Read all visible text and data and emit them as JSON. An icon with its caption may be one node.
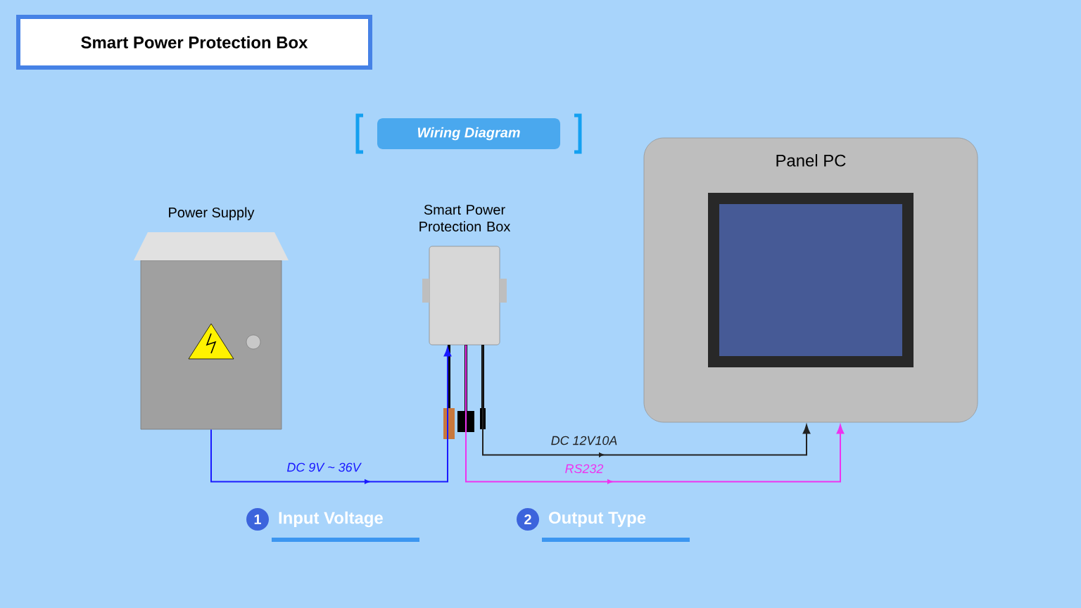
{
  "diagram": {
    "title": "Smart Power Protection Box",
    "nodes": [
      {
        "text": [
          "Power Supply"
        ]
      },
      {
        "text": [
          "Smart Power Protection Box"
        ]
      },
      {
        "text": [
          "Panel PC"
        ]
      }
    ],
    "edges": [
      {
        "from": 0,
        "to": 1,
        "arrow": "to",
        "label": "DC 9V ~ 36V",
        "color": "#1a1aff"
      },
      {
        "from": 1,
        "to": 2,
        "arrow": "to",
        "label": "DC 12V10A",
        "color": "#222222"
      },
      {
        "from": 1,
        "to": 2,
        "arrow": "to",
        "label": "RS232",
        "color": "#ee33ee"
      }
    ],
    "labels": [
      "Wiring Diagram",
      "1",
      "Input Voltage",
      "2",
      "Output Type"
    ]
  }
}
